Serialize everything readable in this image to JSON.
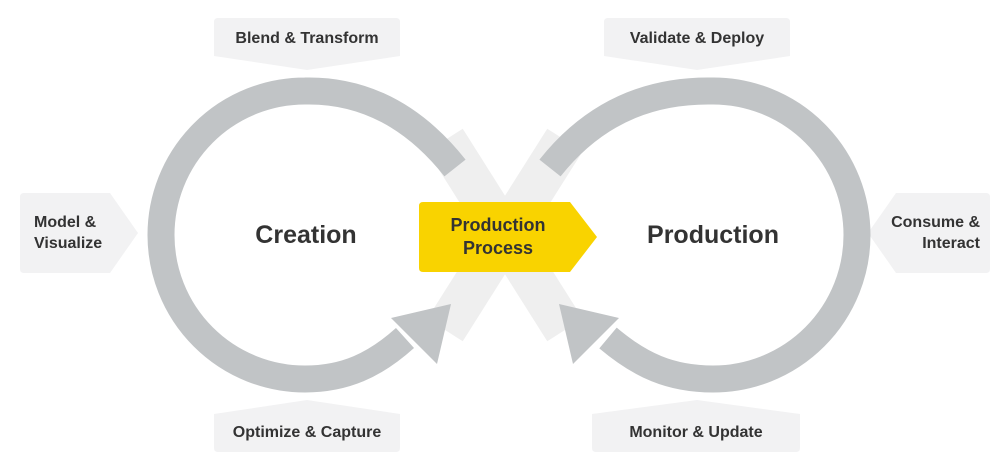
{
  "colors": {
    "ring": "#c1c4c6",
    "cross": "#efefef",
    "callout": "#f2f2f3",
    "accent": "#f9d300",
    "text": "#333333"
  },
  "center": {
    "line1": "Production",
    "line2": "Process"
  },
  "loops": {
    "left": "Creation",
    "right": "Production"
  },
  "callouts": {
    "blend": "Blend & Transform",
    "validate": "Validate & Deploy",
    "optimize": "Optimize & Capture",
    "monitor": "Monitor & Update",
    "model_line1": "Model &",
    "model_line2": "Visualize",
    "consume_line1": "Consume &",
    "consume_line2": "Interact"
  }
}
